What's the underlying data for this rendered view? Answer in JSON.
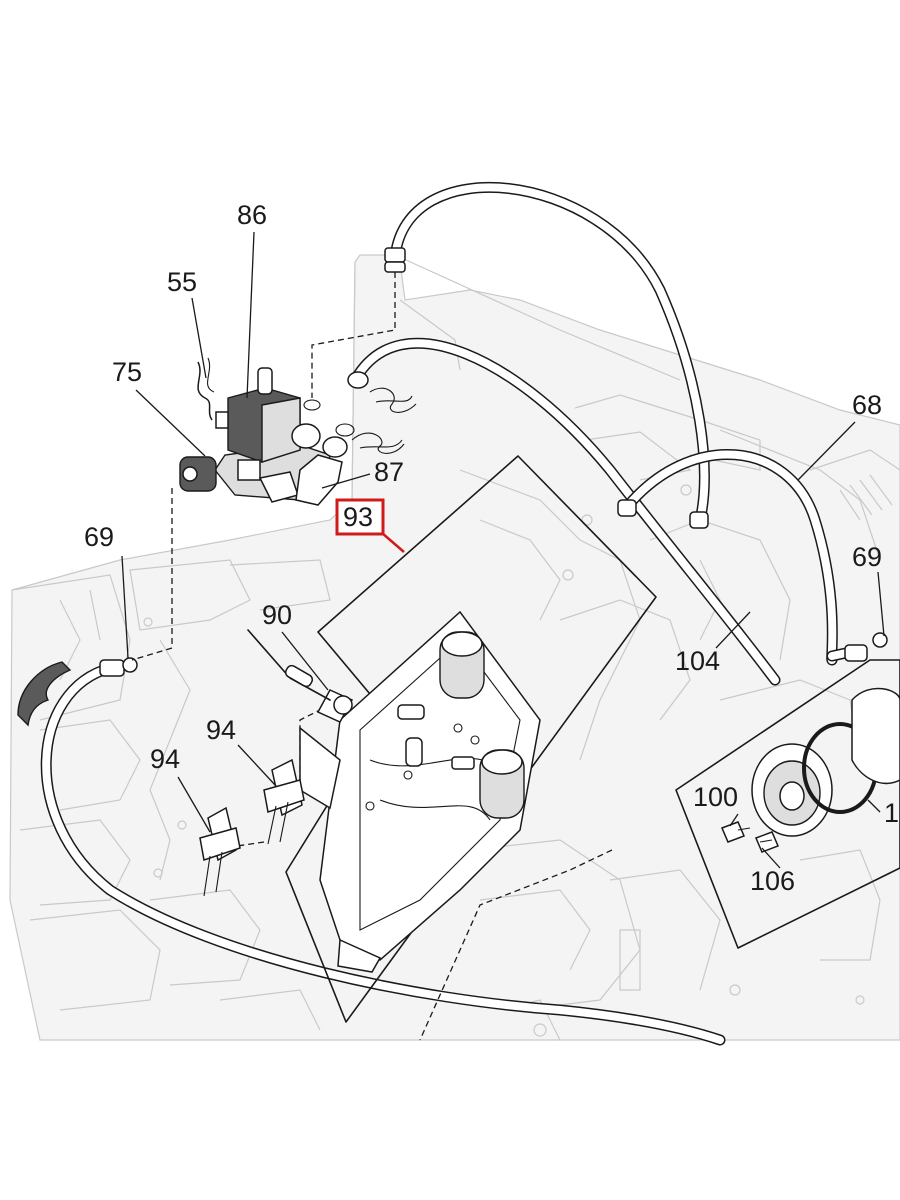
{
  "diagram": {
    "highlight_color": "#d11a1a",
    "highlighted_callout": "93",
    "callouts": {
      "c86": "86",
      "c55": "55",
      "c75": "75",
      "c87": "87",
      "c93": "93",
      "c69_left": "69",
      "c90": "90",
      "c94_upper": "94",
      "c94_lower": "94",
      "c68": "68",
      "c69_right": "69",
      "c104": "104",
      "c100": "100",
      "c106": "106",
      "c1_cropped": "1"
    }
  }
}
